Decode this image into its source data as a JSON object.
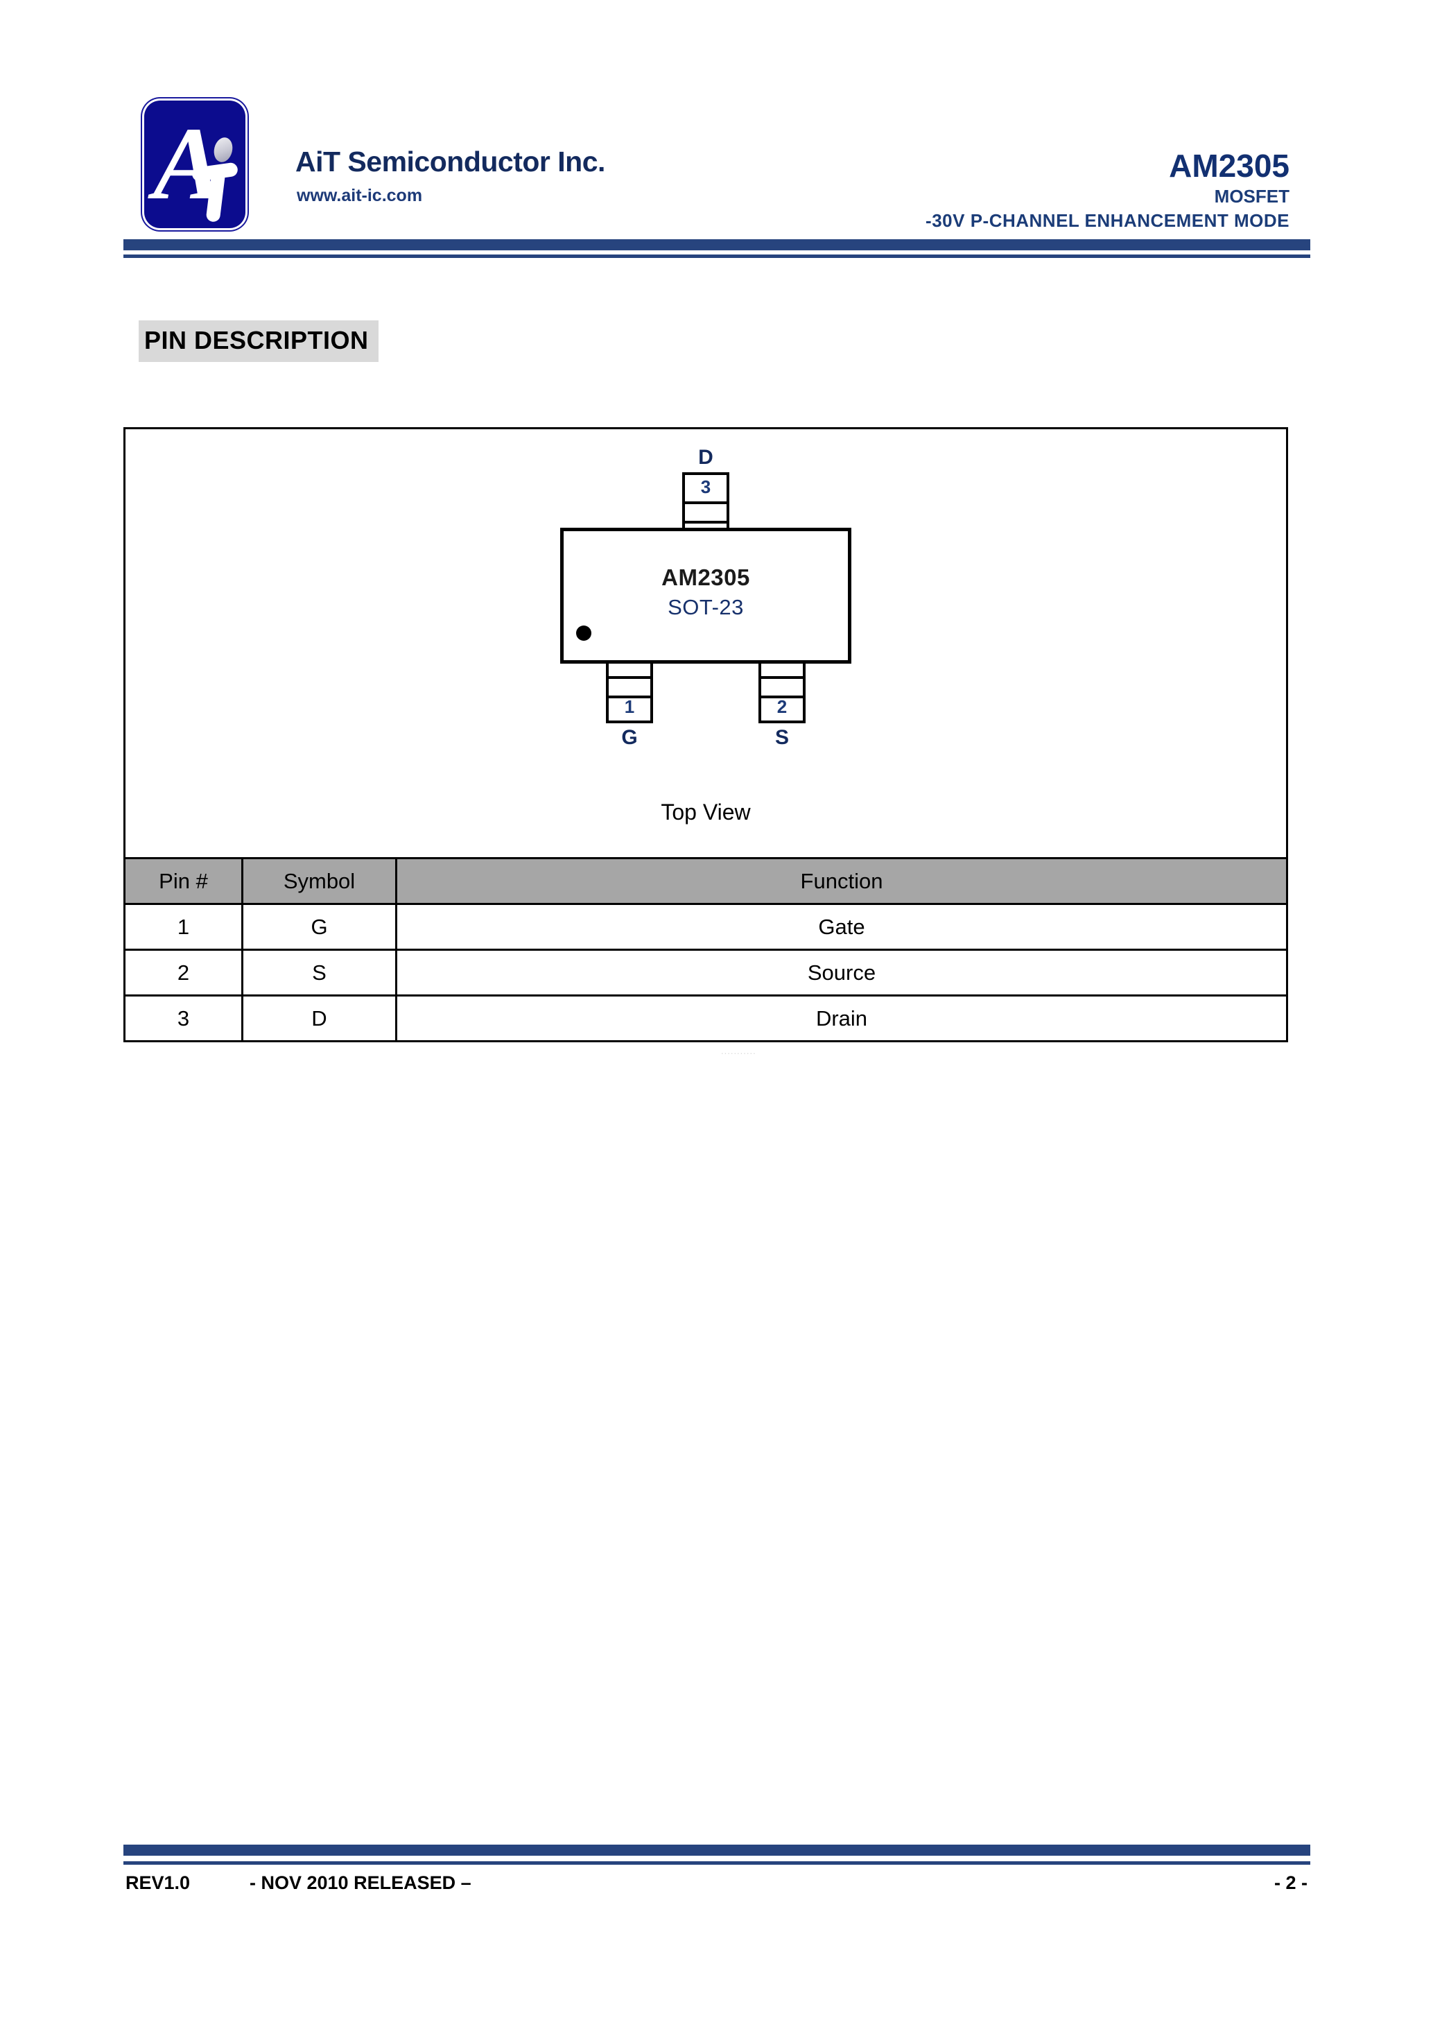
{
  "header": {
    "company_name": "AiT Semiconductor Inc.",
    "website": "www.ait-ic.com",
    "part_number": "AM2305",
    "part_type": "MOSFET",
    "part_description": "-30V  P-CHANNEL  ENHANCEMENT  MODE",
    "logo_letter": "A",
    "accent_color": "#27447e",
    "brand_color": "#132a5e",
    "logo_bg_color": "#0c0c8e"
  },
  "section": {
    "title": "PIN DESCRIPTION",
    "highlight_color": "#d9d9d9"
  },
  "package_diagram": {
    "marking_line1": "AM2305",
    "marking_line2": "SOT-23",
    "caption": "Top View",
    "pin_top": {
      "number": "3",
      "label": "D"
    },
    "pin_bottom_left": {
      "number": "1",
      "label": "G"
    },
    "pin_bottom_right": {
      "number": "2",
      "label": "S"
    }
  },
  "pin_table": {
    "headers": [
      "Pin #",
      "Symbol",
      "Function"
    ],
    "header_bg_color": "#a6a6a6",
    "rows": [
      {
        "pin": "1",
        "symbol": "G",
        "function": "Gate"
      },
      {
        "pin": "2",
        "symbol": "S",
        "function": "Source"
      },
      {
        "pin": "3",
        "symbol": "D",
        "function": "Drain"
      }
    ]
  },
  "watermark": {
    "text": "..........."
  },
  "footer": {
    "revision": "REV1.0",
    "release": "- NOV 2010 RELEASED –",
    "page": "- 2 -"
  }
}
